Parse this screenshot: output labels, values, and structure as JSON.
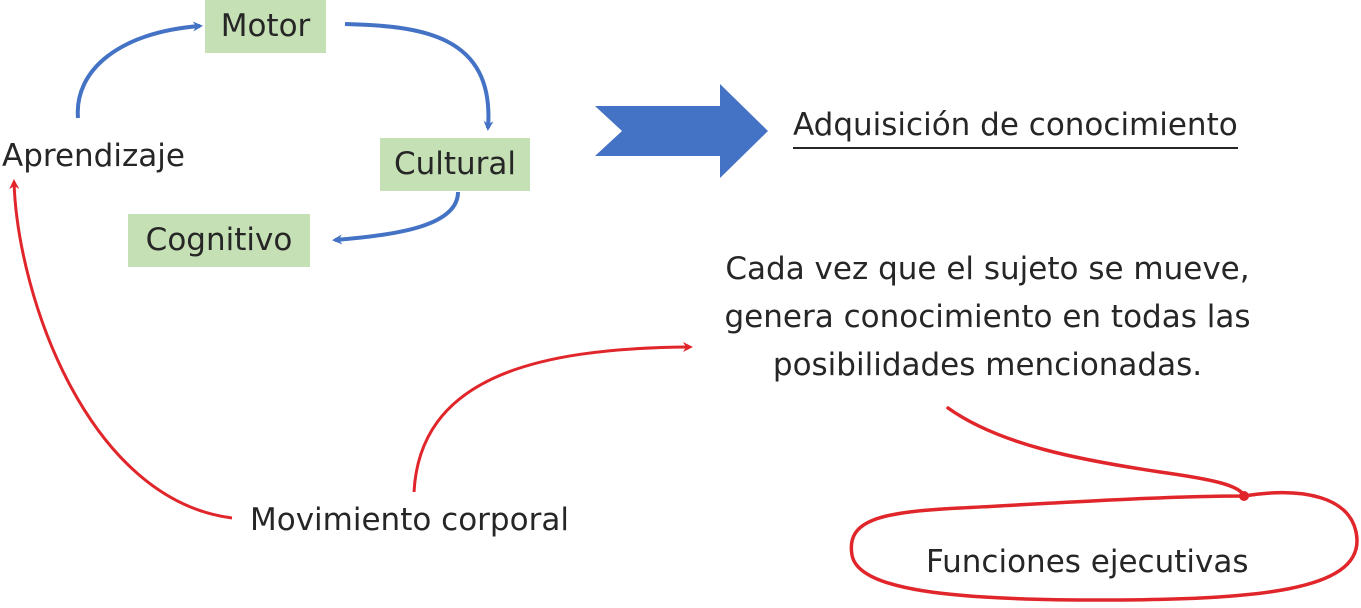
{
  "nodes": {
    "aprendizaje": "Aprendizaje",
    "motor": "Motor",
    "cultural": "Cultural",
    "cognitivo": "Cognitivo",
    "movimiento": "Movimiento corporal",
    "adquisicion": "Adquisición de conocimiento",
    "funciones": "Funciones ejecutivas"
  },
  "description": {
    "line1": "Cada vez que el sujeto se mueve,",
    "line2": "genera conocimiento en todas las",
    "line3": "posibilidades mencionadas."
  },
  "colors": {
    "box_fill": "#c5e0b4",
    "blue_connector": "#4472c4",
    "red_connector": "#e0262b",
    "text": "#262626"
  }
}
